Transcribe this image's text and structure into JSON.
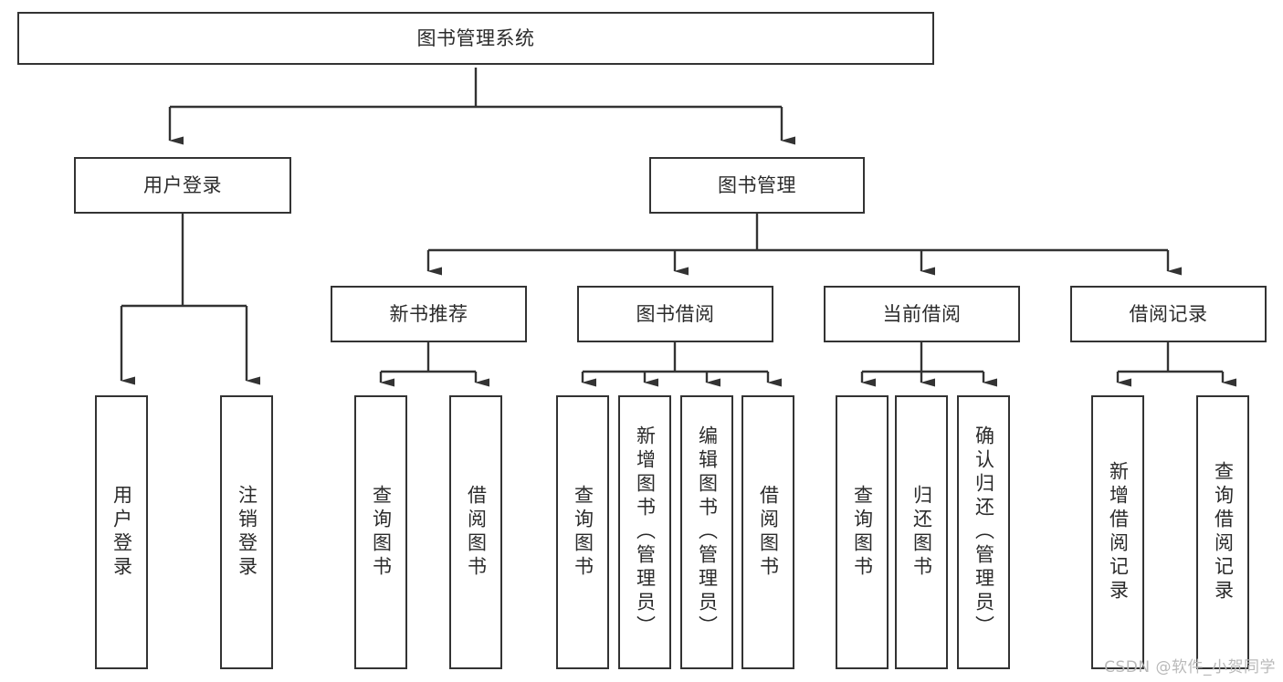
{
  "diagram": {
    "title_node": {
      "label": "图书管理系统"
    },
    "level2": [
      {
        "id": "user-login",
        "label": "用户登录"
      },
      {
        "id": "book-manage",
        "label": "图书管理"
      }
    ],
    "level3": [
      {
        "id": "new-book-rec",
        "label": "新书推荐"
      },
      {
        "id": "book-borrow",
        "label": "图书借阅"
      },
      {
        "id": "current-borrow",
        "label": "当前借阅"
      },
      {
        "id": "borrow-record",
        "label": "借阅记录"
      }
    ],
    "leaves": {
      "user_login": [
        {
          "id": "leaf-user-login",
          "label": "用户登录"
        },
        {
          "id": "leaf-logout-login",
          "label": "注销登录"
        }
      ],
      "new_book_rec": [
        {
          "id": "leaf-query-book-1",
          "label": "查询图书"
        },
        {
          "id": "leaf-borrow-book-1",
          "label": "借阅图书"
        }
      ],
      "book_borrow": [
        {
          "id": "leaf-query-book-2",
          "label": "查询图书"
        },
        {
          "id": "leaf-add-book",
          "label": "新增图书（管理员）"
        },
        {
          "id": "leaf-edit-book",
          "label": "编辑图书（管理员）"
        },
        {
          "id": "leaf-borrow-book-2",
          "label": "借阅图书"
        }
      ],
      "current_borrow": [
        {
          "id": "leaf-query-book-3",
          "label": "查询图书"
        },
        {
          "id": "leaf-return-book",
          "label": "归还图书"
        },
        {
          "id": "leaf-confirm-return",
          "label": "确认归还（管理员）"
        }
      ],
      "borrow_record": [
        {
          "id": "leaf-add-record",
          "label": "新增借阅记录"
        },
        {
          "id": "leaf-query-record",
          "label": "查询借阅记录"
        }
      ]
    },
    "watermark": "CSDN @软件_小贺同学",
    "colors": {
      "stroke": "#333333",
      "text": "#2b2b2b",
      "background": "#ffffff",
      "watermark": "#b9b9b9"
    }
  }
}
